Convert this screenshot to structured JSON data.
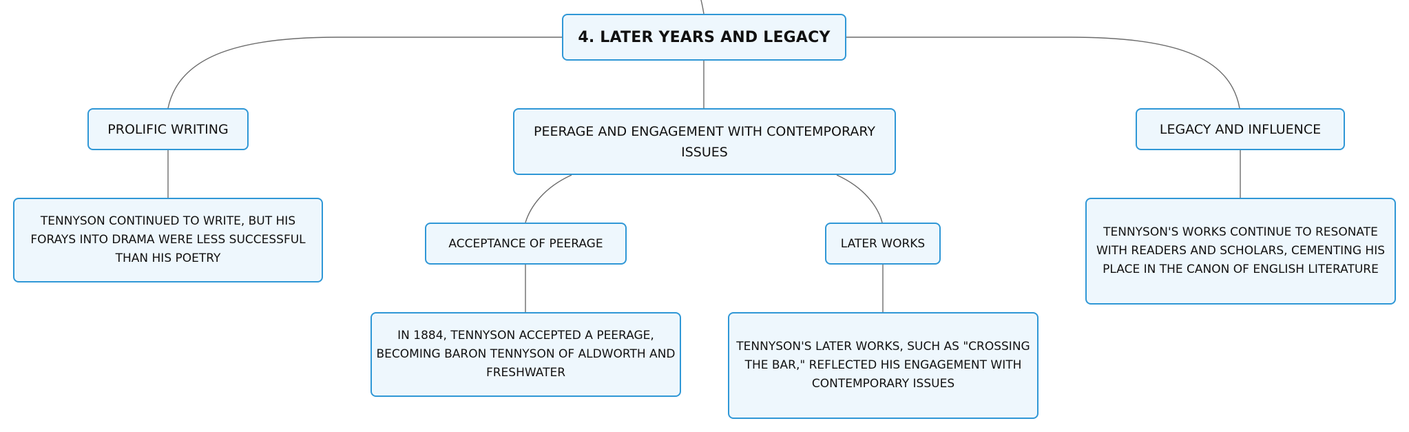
{
  "mindmap": {
    "root": {
      "label": "4. LATER YEARS AND LEGACY"
    },
    "branches": [
      {
        "label": "PROLIFIC WRITING",
        "children": [
          {
            "label": "TENNYSON CONTINUED TO WRITE, BUT HIS FORAYS INTO DRAMA WERE LESS SUCCESSFUL THAN HIS POETRY"
          }
        ]
      },
      {
        "label": "PEERAGE AND ENGAGEMENT WITH CONTEMPORARY ISSUES",
        "children": [
          {
            "label": "ACCEPTANCE OF PEERAGE",
            "children": [
              {
                "label": "IN 1884, TENNYSON ACCEPTED A PEERAGE, BECOMING BARON TENNYSON OF ALDWORTH AND FRESHWATER"
              }
            ]
          },
          {
            "label": "LATER WORKS",
            "children": [
              {
                "label": "TENNYSON'S LATER WORKS, SUCH AS \"CROSSING THE BAR,\" REFLECTED HIS ENGAGEMENT WITH CONTEMPORARY ISSUES"
              }
            ]
          }
        ]
      },
      {
        "label": "LEGACY AND INFLUENCE",
        "children": [
          {
            "label": "TENNYSON'S WORKS CONTINUE TO RESONATE WITH READERS AND SCHOLARS, CEMENTING HIS PLACE IN THE CANON OF ENGLISH LITERATURE"
          }
        ]
      }
    ]
  },
  "colors": {
    "node_border": "#2f97d6",
    "node_fill": "#eef7fd",
    "connector": "#6b6b6b",
    "text": "#111111"
  }
}
